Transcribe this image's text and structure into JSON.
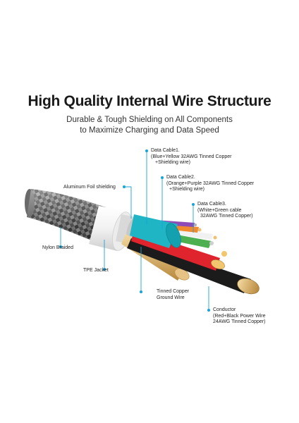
{
  "header": {
    "title": "High Quality Internal Wire Structure",
    "subtitle_line1": "Durable & Tough Shielding on All Components",
    "subtitle_line2": "to Maximize Charging and Data Speed"
  },
  "labels": {
    "data_cable_1": [
      "Data Cable1.",
      "(Blue+Yellow 32AWG Tinned Copper",
      "+Shielding wire)"
    ],
    "data_cable_2": [
      "Data Cable2.",
      "(Orange+Purple 32AWG Tinned Copper",
      "+Shielding wire)"
    ],
    "data_cable_3": [
      "Data Cable3.",
      "(White+Green cable",
      "32AWG Tinned Copper)"
    ],
    "aluminum_foil": [
      "Aluminum Foil shielding"
    ],
    "nylon_braided": [
      "Nylon Braided"
    ],
    "tpe_jacket": [
      "TPE Jacket"
    ],
    "ground_wire": [
      "Tinned Copper",
      "Ground Wire"
    ],
    "conductor": [
      "Conductor",
      "(Red+Black Power Wire",
      "24AWG Tinned Copper)"
    ]
  },
  "colors": {
    "accent": "#1aa3d6",
    "braid_dark": "#3a3a3a",
    "braid_light": "#8a8a8a",
    "jacket": "#f4f4f4",
    "copper": "#d8b46a",
    "cyan_wire": "#1fb5c4",
    "red_wire": "#e0242d",
    "green_wire": "#4caf50",
    "black_wire": "#1b1b1b"
  }
}
